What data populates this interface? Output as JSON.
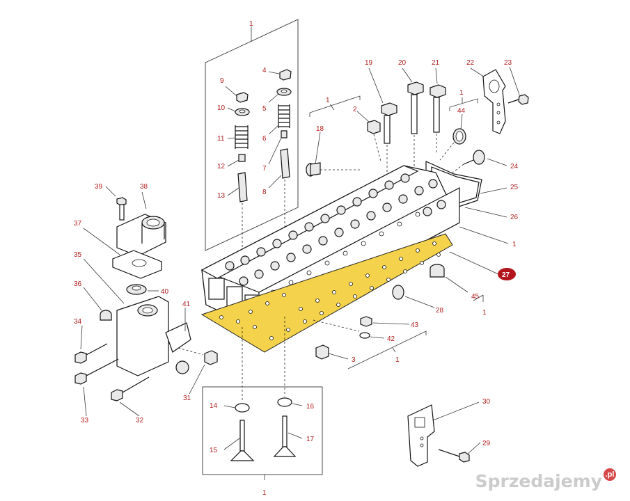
{
  "callouts": [
    {
      "id": "c1a",
      "text": "1"
    },
    {
      "id": "c4",
      "text": "4"
    },
    {
      "id": "c9",
      "text": "9"
    },
    {
      "id": "c5",
      "text": "5"
    },
    {
      "id": "c10",
      "text": "10"
    },
    {
      "id": "c6",
      "text": "6"
    },
    {
      "id": "c11",
      "text": "11"
    },
    {
      "id": "c7",
      "text": "7"
    },
    {
      "id": "c12",
      "text": "12"
    },
    {
      "id": "c8",
      "text": "8"
    },
    {
      "id": "c13",
      "text": "13"
    },
    {
      "id": "c19",
      "text": "19"
    },
    {
      "id": "c20",
      "text": "20"
    },
    {
      "id": "c21",
      "text": "21"
    },
    {
      "id": "c22",
      "text": "22"
    },
    {
      "id": "c23",
      "text": "23"
    },
    {
      "id": "c1b",
      "text": "1"
    },
    {
      "id": "c2",
      "text": "2"
    },
    {
      "id": "c18",
      "text": "18"
    },
    {
      "id": "c1c",
      "text": "1"
    },
    {
      "id": "c44",
      "text": "44"
    },
    {
      "id": "c24",
      "text": "24"
    },
    {
      "id": "c25",
      "text": "25"
    },
    {
      "id": "c26",
      "text": "26"
    },
    {
      "id": "c1d",
      "text": "1"
    },
    {
      "id": "c39",
      "text": "39"
    },
    {
      "id": "c38",
      "text": "38"
    },
    {
      "id": "c37",
      "text": "37"
    },
    {
      "id": "c35",
      "text": "35"
    },
    {
      "id": "c36",
      "text": "36"
    },
    {
      "id": "c40",
      "text": "40"
    },
    {
      "id": "c41",
      "text": "41"
    },
    {
      "id": "c34",
      "text": "34"
    },
    {
      "id": "c33",
      "text": "33"
    },
    {
      "id": "c32",
      "text": "32"
    },
    {
      "id": "c31",
      "text": "31"
    },
    {
      "id": "c45",
      "text": "45"
    },
    {
      "id": "c1e",
      "text": "1"
    },
    {
      "id": "c28",
      "text": "28"
    },
    {
      "id": "c43",
      "text": "43"
    },
    {
      "id": "c42",
      "text": "42"
    },
    {
      "id": "c3",
      "text": "3"
    },
    {
      "id": "c1f",
      "text": "1"
    },
    {
      "id": "c14",
      "text": "14"
    },
    {
      "id": "c16",
      "text": "16"
    },
    {
      "id": "c15",
      "text": "15"
    },
    {
      "id": "c17",
      "text": "17"
    },
    {
      "id": "c1g",
      "text": "1"
    },
    {
      "id": "c30",
      "text": "30"
    },
    {
      "id": "c29",
      "text": "29"
    }
  ],
  "highlight": {
    "text": "27",
    "color": "#b3151c"
  },
  "watermark": {
    "text": "Sprzedajemy",
    "badge": ".pl"
  }
}
